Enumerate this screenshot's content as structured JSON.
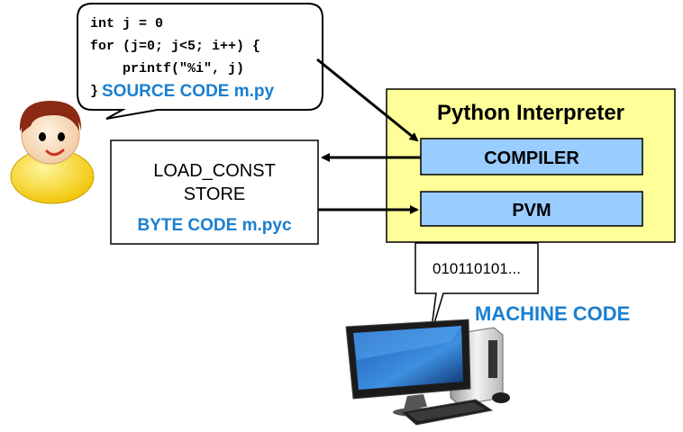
{
  "speech_bubble": {
    "code_lines": [
      "int j = 0",
      "for (j=0; j<5; i++) {",
      "    printf(\"%i\", j)",
      "}"
    ],
    "label": "SOURCE CODE m.py"
  },
  "interpreter": {
    "title": "Python Interpreter",
    "compiler_label": "COMPILER",
    "pvm_label": "PVM"
  },
  "bytecode_box": {
    "line1": "LOAD_CONST",
    "line2": "STORE",
    "label": "BYTE CODE m.pyc"
  },
  "machine_bubble": {
    "text": "010110101..."
  },
  "machine_code_label": "MACHINE CODE",
  "colors": {
    "interpreter_fill": "#ffff99",
    "component_fill": "#99ccff",
    "label_blue": "#1a7fcf"
  },
  "icons": {
    "person": "user-avatar-icon",
    "computer": "desktop-computer-icon"
  }
}
